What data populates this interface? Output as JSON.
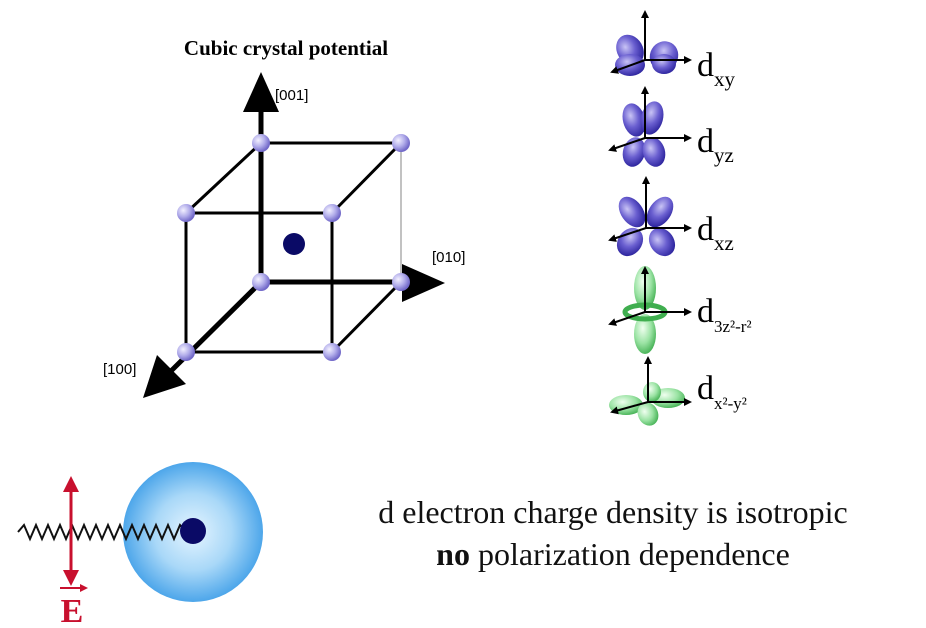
{
  "title": "Cubic crystal potential",
  "axes": {
    "z": "[001]",
    "y": "[010]",
    "x": "[100]"
  },
  "orbitals": [
    {
      "name": "xy-orbital",
      "base": "d",
      "sub": "xy",
      "color": "#5b4fc4"
    },
    {
      "name": "yz-orbital",
      "base": "d",
      "sub": "yz",
      "color": "#5b4fc4"
    },
    {
      "name": "xz-orbital",
      "base": "d",
      "sub": "xz",
      "color": "#5b4fc4"
    },
    {
      "name": "z2-orbital",
      "base": "d",
      "sub": "3z²-r²",
      "color": "#4fbf60"
    },
    {
      "name": "x2y2-orbital",
      "base": "d",
      "sub": "x²-y²",
      "color": "#4fbf60"
    }
  ],
  "field_label": "E",
  "statement": {
    "line1": "d electron charge density is isotropic",
    "line2_bold": "no",
    "line2_rest": " polarization dependence"
  },
  "colors": {
    "field": "#c8102e",
    "atom": "#0a0a66",
    "lattice_atom": "#a9a3e6",
    "cloud": "#63b6ee"
  }
}
